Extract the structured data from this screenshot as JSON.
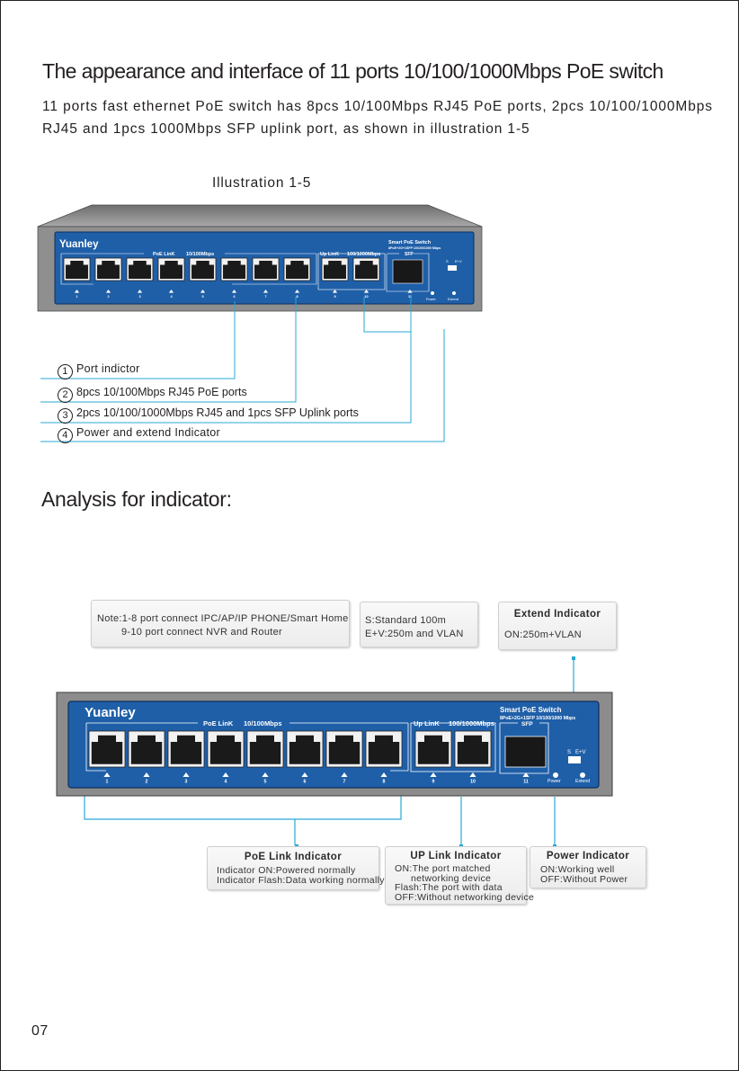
{
  "heading": "The appearance and interface of 11 ports 10/100/1000Mbps PoE switch",
  "intro": "11 ports fast ethernet PoE switch has 8pcs 10/100Mbps RJ45 PoE ports, 2pcs 10/100/1000Mbps RJ45  and 1pcs 1000Mbps SFP uplink port, as shown in illustration 1-5",
  "illustration_label": "Illustration 1-5",
  "device": {
    "brand": "Yuanley",
    "poe_link": "PoE LinK",
    "poe_speed": "10/100Mbps",
    "up_link": "Up LinK",
    "up_speed": "100/1000Mbps",
    "product": "Smart PoE Switch",
    "spec": "8PoE+2G+1SFP 10/100/1000 Mbps",
    "sfp": "SFP",
    "switch_s": "S",
    "switch_ev": "E+V",
    "port_numbers": [
      "1",
      "2",
      "3",
      "4",
      "5",
      "6",
      "7",
      "8",
      "9",
      "10",
      "11"
    ],
    "power": "Power",
    "extend": "Extend"
  },
  "legend": [
    {
      "num": "1",
      "text": "Port indictor"
    },
    {
      "num": "2",
      "text": "8pcs 10/100Mbps  RJ45 PoE ports"
    },
    {
      "num": "3",
      "text": "2pcs 10/100/1000Mbps RJ45 and 1pcs SFP Uplink ports"
    },
    {
      "num": "4",
      "text": "Power and extend Indicator"
    }
  ],
  "section_title": "Analysis for indicator:",
  "notes": {
    "port_note_1": "Note:1-8 port connect IPC/AP/IP PHONE/Smart Home",
    "port_note_2": "9-10 port connect NVR and Router",
    "mode_1": "S:Standard 100m",
    "mode_2": "E+V:250m and VLAN",
    "extend_title": "Extend Indicator",
    "extend_on": "ON:250m+VLAN",
    "poe_title": "PoE Link Indicator",
    "poe_1": "Indicator ON:Powered normally",
    "poe_2": "Indicator Flash:Data working normally",
    "up_title": "UP Link Indicator",
    "up_1": "ON:The port matched",
    "up_2": "networking device",
    "up_3": "Flash:The port with data",
    "up_4": "OFF:Without networking device",
    "power_title": "Power Indicator",
    "power_1": "ON:Working well",
    "power_2": "OFF:Without Power"
  },
  "page_number": "07",
  "colors": {
    "panel": "#1f5fa8",
    "chassis": "#8c8c8c",
    "callout": "#29a9d6"
  }
}
